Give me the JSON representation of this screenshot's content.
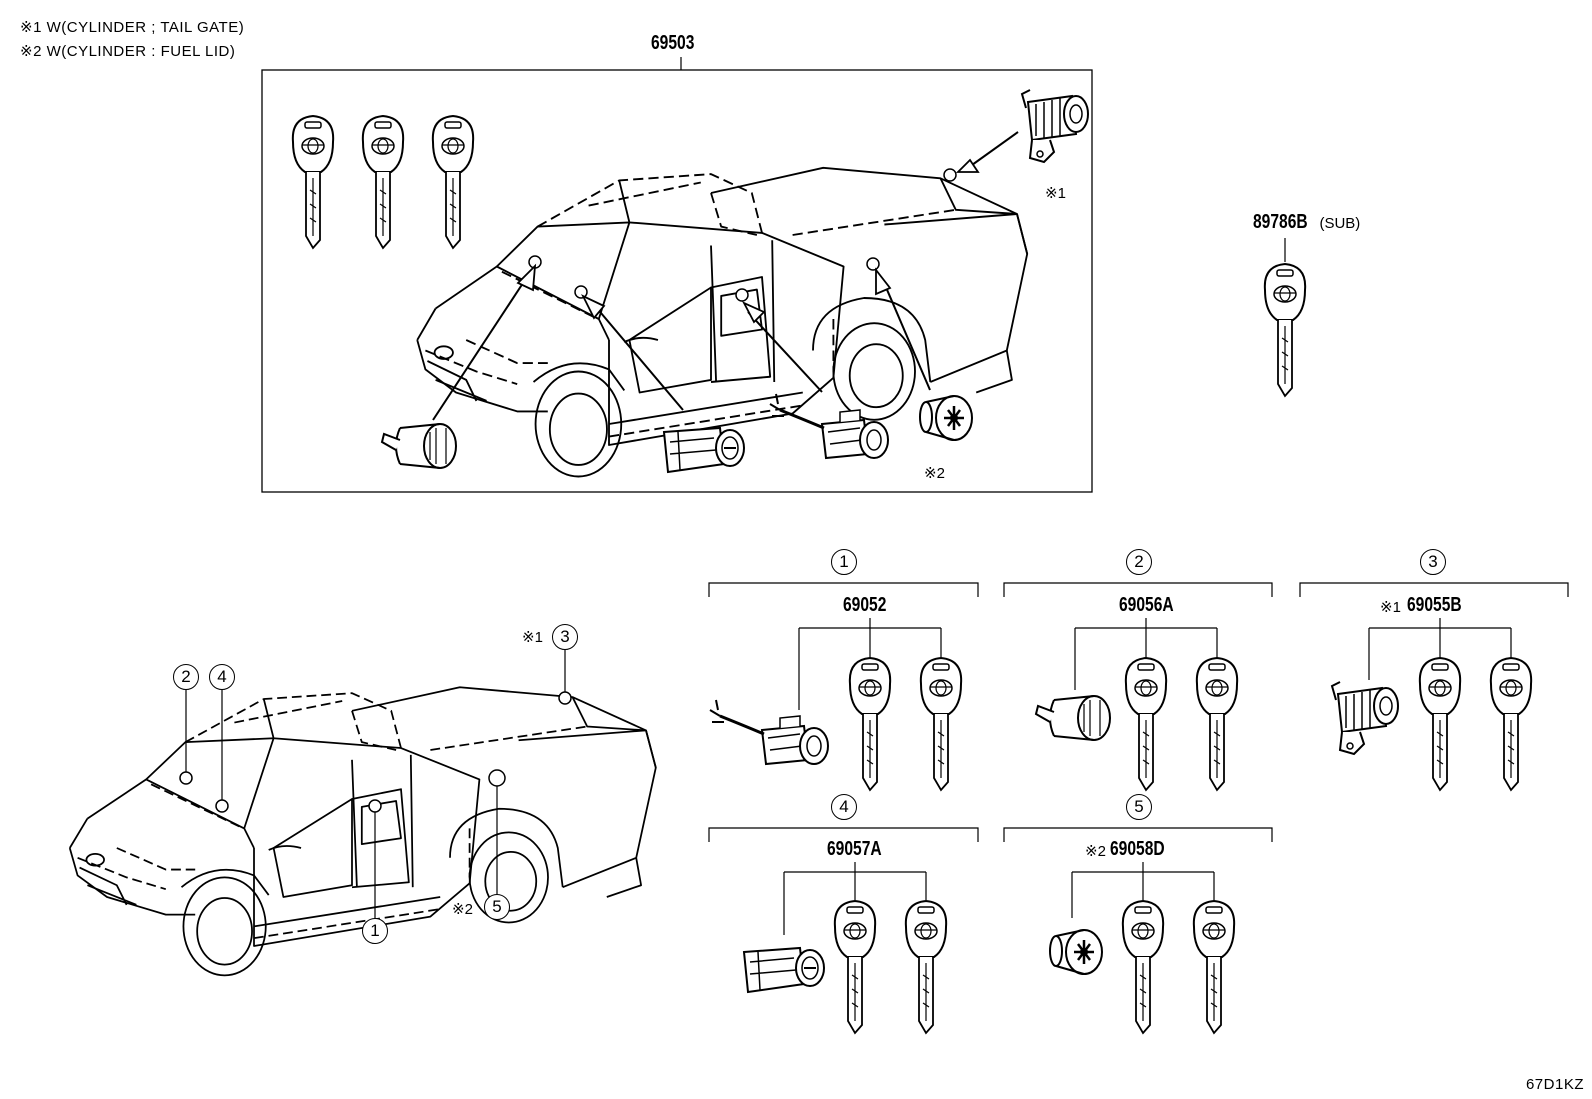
{
  "legend": [
    {
      "mark": "※1",
      "text": "W(CYLINDER ; TAIL GATE)"
    },
    {
      "mark": "※2",
      "text": "W(CYLINDER : FUEL LID)"
    }
  ],
  "parts": {
    "assembly": "69503",
    "sub_key_number": "89786B",
    "sub_key_suffix": "(SUB)",
    "kit1": "69052",
    "kit2": "69056A",
    "kit3": "69055B",
    "kit4": "69057A",
    "kit5": "69058D"
  },
  "marks": {
    "m1": "※1",
    "m2": "※2"
  },
  "callouts": {
    "c1": "1",
    "c2": "2",
    "c3": "3",
    "c4": "4",
    "c5": "5"
  },
  "footer_code": "67D1KZ"
}
